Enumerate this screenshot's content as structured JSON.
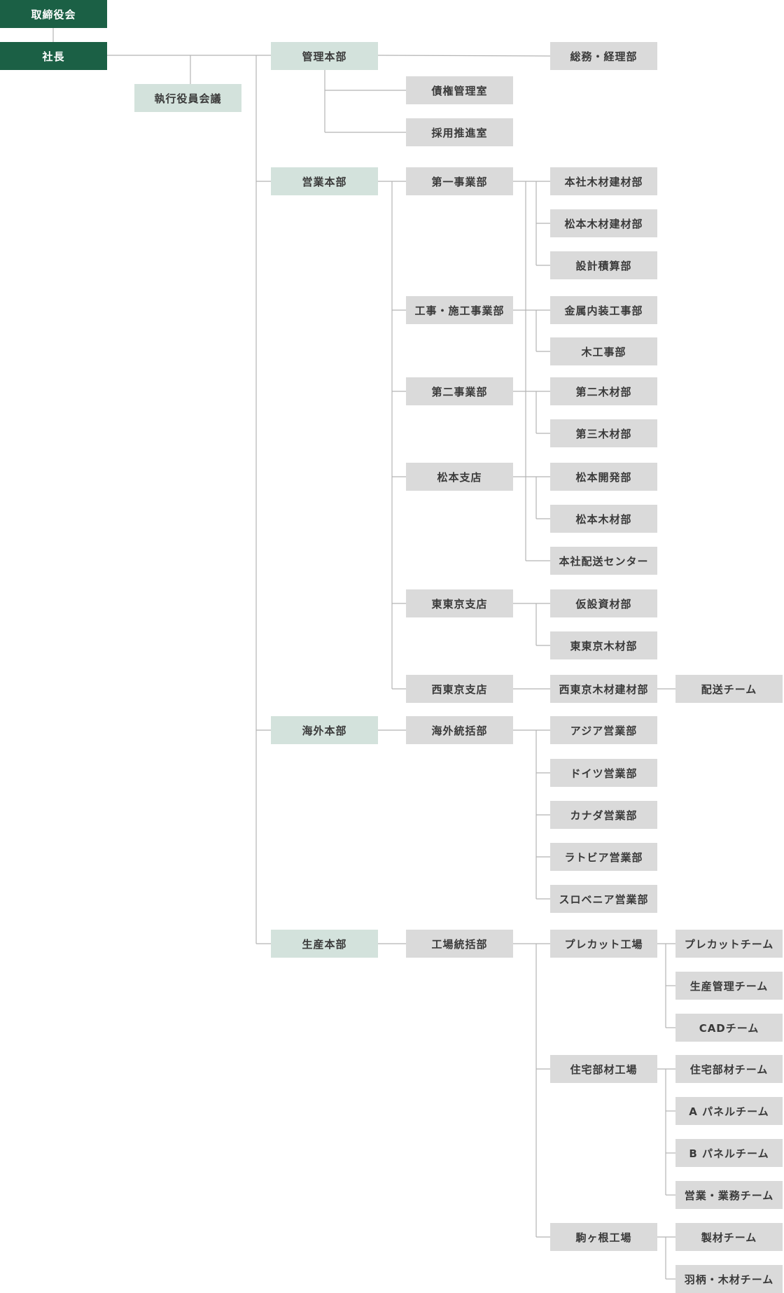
{
  "org": {
    "board": "取締役会",
    "president": "社長",
    "executive_committee": "執行役員会議",
    "admin": {
      "name": "管理本部",
      "sub": [
        "総務・経理部",
        "債権管理室",
        "採用推進室"
      ]
    },
    "sales": {
      "name": "営業本部",
      "units": [
        {
          "name": "第一事業部",
          "children": [
            "本社木材建材部",
            "松本木材建材部",
            "設計積算部"
          ]
        },
        {
          "name": "工事・施工事業部",
          "children": [
            "金属内装工事部",
            "木工事部"
          ]
        },
        {
          "name": "第二事業部",
          "children": [
            "第二木材部",
            "第三木材部"
          ]
        },
        {
          "name": "松本支店",
          "children": [
            "松本開発部",
            "松本木材部"
          ]
        },
        {
          "shared": "本社配送センター"
        },
        {
          "name": "東東京支店",
          "children": [
            "仮設資材部",
            "東東京木材部"
          ]
        },
        {
          "name": "西東京支店",
          "children": [
            "西東京木材建材部"
          ],
          "team": "配送チーム"
        }
      ]
    },
    "overseas": {
      "name": "海外本部",
      "unit": "海外統括部",
      "children": [
        "アジア営業部",
        "ドイツ営業部",
        "カナダ営業部",
        "ラトビア営業部",
        "スロベニア営業部"
      ]
    },
    "production": {
      "name": "生産本部",
      "unit": "工場統括部",
      "factories": [
        {
          "name": "プレカット工場",
          "teams": [
            "プレカットチーム",
            "生産管理チーム",
            "CADチーム"
          ]
        },
        {
          "name": "住宅部材工場",
          "teams": [
            "住宅部材チーム",
            "A パネルチーム",
            "B パネルチーム",
            "営業・業務チーム"
          ]
        },
        {
          "name": "駒ヶ根工場",
          "teams": [
            "製材チーム",
            "羽柄・木材チーム"
          ]
        }
      ]
    }
  }
}
